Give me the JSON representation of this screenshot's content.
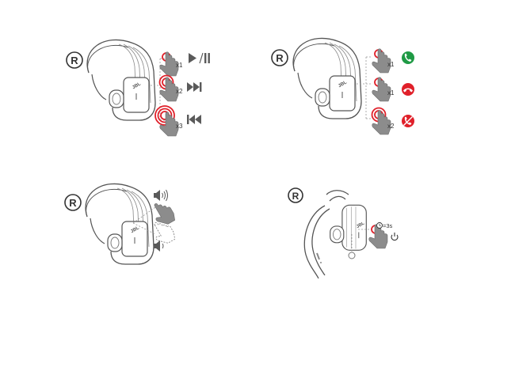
{
  "panels": [
    {
      "id": "music",
      "side_label": "R",
      "rows": [
        {
          "count": "x1",
          "icon": "play-pause-icon",
          "tap_level": 1
        },
        {
          "count": "x2",
          "icon": "next-track-icon",
          "tap_level": 2
        },
        {
          "count": "x3",
          "icon": "previous-track-icon",
          "tap_level": 3
        }
      ]
    },
    {
      "id": "calls",
      "side_label": "R",
      "rows": [
        {
          "count": "x1",
          "icon": "answer-call-icon",
          "tap_level": 1,
          "color": "#1f9a45"
        },
        {
          "count": "x1",
          "icon": "hang-up-icon",
          "tap_level": 1,
          "color": "#e0202a"
        },
        {
          "count": "x2",
          "icon": "reject-call-icon",
          "tap_level": 2,
          "color": "#e0202a"
        }
      ]
    },
    {
      "id": "volume",
      "side_label": "R",
      "icons": [
        "volume-up-icon",
        "swipe-up-hand-icon",
        "swipe-down-hand-outline-icon",
        "volume-down-icon"
      ]
    },
    {
      "id": "power",
      "side_label": "R",
      "hold_label": "=3s",
      "icon": "power-icon"
    }
  ],
  "brand": "JBL",
  "accent_color": "#e0202a",
  "icon_color": "#5a5a5a"
}
